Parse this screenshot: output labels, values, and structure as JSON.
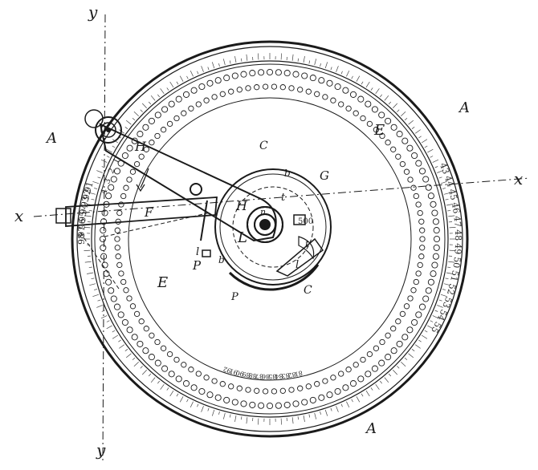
{
  "labels": {
    "A_top": "A",
    "A_left": "A",
    "A_bottom": "A",
    "E_right": "E",
    "E_left": "E",
    "H_arm": "H",
    "H_hub": "H",
    "L_hub": "L",
    "C_top": "C",
    "C_bottom": "C",
    "G_right": "G",
    "F_pointer": "F",
    "P_left": "P",
    "P_bottom": "P",
    "x_left": "x",
    "x_right": "x",
    "y_top": "y",
    "y_bottom": "y",
    "l_small": "l",
    "l_small2": "l",
    "t_inner": "t",
    "t_pawl": "t",
    "b_inner": "b",
    "b_pawl": "b",
    "n_hub": "n",
    "mark_500": "500"
  },
  "scale_numbers": {
    "outer_right": [
      "43",
      "44",
      "45",
      "46",
      "47",
      "48",
      "49",
      "50",
      "51",
      "52",
      "53",
      "54",
      "55"
    ],
    "outer_left": [
      "98",
      "97",
      "96",
      "95",
      "94",
      "93",
      "92",
      "91"
    ],
    "inner_left": [
      "1",
      "2",
      "3",
      "4"
    ],
    "inner_ring": [
      "92",
      "91",
      "90",
      "89",
      "88",
      "87",
      "86",
      "85",
      "84",
      "83",
      "82",
      "81"
    ]
  }
}
